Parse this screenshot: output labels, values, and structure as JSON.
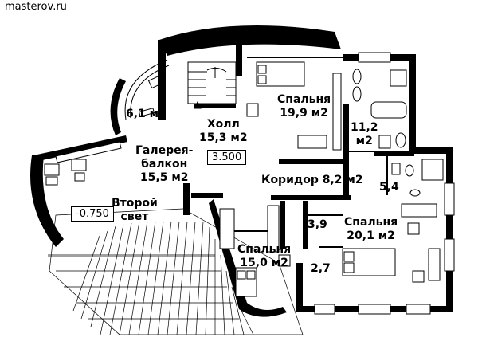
{
  "site": {
    "watermark": "masterov.ru"
  },
  "rooms": {
    "bedroom_top": {
      "name": "Спальня",
      "area": "19,9 м2"
    },
    "hall": {
      "name": "Холл",
      "area": "15,3 м2"
    },
    "balcony_round": {
      "area": "6,1 м2"
    },
    "gallery": {
      "line1": "Галерея-",
      "line2": "балкон",
      "area": "15,5 м2"
    },
    "bath_big": {
      "area_num": "11,2",
      "area_unit": "м2"
    },
    "corridor": {
      "label": "Коридор 8,2 м2"
    },
    "bath_small": {
      "area": "5,4"
    },
    "second_light": {
      "line1": "Второй",
      "line2": "свет"
    },
    "closet_a": {
      "area": "3,9"
    },
    "bedroom_right": {
      "name": "Спальня",
      "area": "20,1 м2"
    },
    "bedroom_bottom": {
      "name": "Спальня",
      "area": "15,0 м2"
    },
    "closet_b": {
      "area": "2,7"
    }
  },
  "levels": {
    "upper": "3.500",
    "lower": "-0.750"
  }
}
